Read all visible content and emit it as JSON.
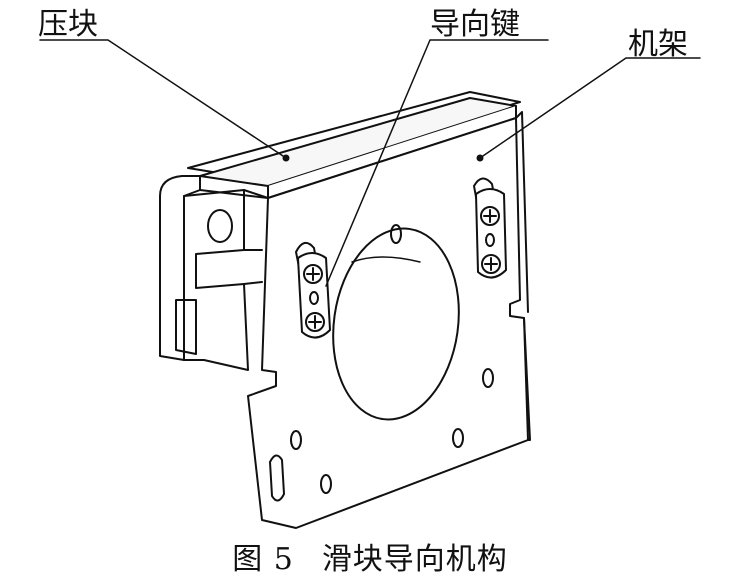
{
  "labels": {
    "press_block": "压块",
    "guide_key": "导向键",
    "frame": "机架"
  },
  "caption": {
    "number": "图 5",
    "title": "滑块导向机构"
  },
  "colors": {
    "ink": "#111111",
    "background": "#ffffff"
  }
}
